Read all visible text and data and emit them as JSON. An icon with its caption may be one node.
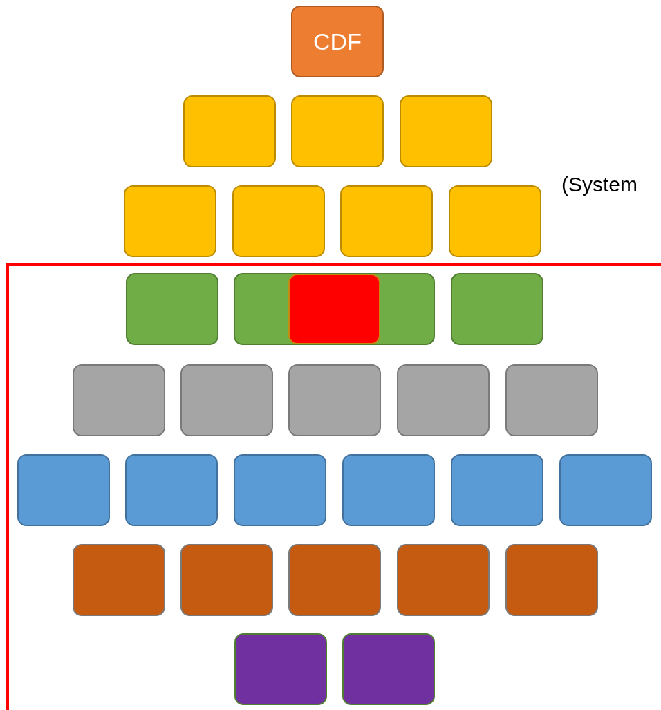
{
  "diagram": {
    "nodes": [
      {
        "text": [
          "CDF"
        ]
      },
      {
        "text": [],
        "shape": "box"
      },
      {
        "text": [],
        "shape": "box"
      },
      {
        "text": [],
        "shape": "box"
      },
      {
        "text": [],
        "shape": "box"
      },
      {
        "text": [],
        "shape": "box"
      },
      {
        "text": [],
        "shape": "box"
      },
      {
        "text": [],
        "shape": "box"
      },
      {
        "text": [],
        "shape": "box"
      },
      {
        "text": [],
        "shape": "box",
        "in": 8
      },
      {
        "text": [],
        "shape": "box",
        "in": 8
      },
      {
        "text": [],
        "shape": "box",
        "in": 8
      },
      {
        "text": [],
        "shape": "box",
        "in": 10
      },
      {
        "text": [],
        "shape": "box",
        "in": 8
      },
      {
        "text": [],
        "shape": "box",
        "in": 8
      },
      {
        "text": [],
        "shape": "box",
        "in": 8
      },
      {
        "text": [],
        "shape": "box",
        "in": 8
      },
      {
        "text": [],
        "shape": "box",
        "in": 8
      },
      {
        "text": [],
        "shape": "box",
        "in": 8
      },
      {
        "text": [],
        "shape": "box",
        "in": 8
      },
      {
        "text": [],
        "shape": "box",
        "in": 8
      },
      {
        "text": [],
        "shape": "box",
        "in": 8
      },
      {
        "text": [],
        "shape": "box",
        "in": 8
      },
      {
        "text": [],
        "shape": "box",
        "in": 8
      },
      {
        "text": [],
        "shape": "box",
        "in": 8
      },
      {
        "text": [],
        "shape": "box",
        "in": 8
      },
      {
        "text": [],
        "shape": "box",
        "in": 8
      },
      {
        "text": [],
        "shape": "box",
        "in": 8
      },
      {
        "text": [],
        "shape": "box",
        "in": 8
      },
      {
        "text": [],
        "shape": "box",
        "in": 8
      },
      {
        "text": [],
        "shape": "box",
        "in": 8
      }
    ],
    "labels": [
      "(System"
    ]
  }
}
